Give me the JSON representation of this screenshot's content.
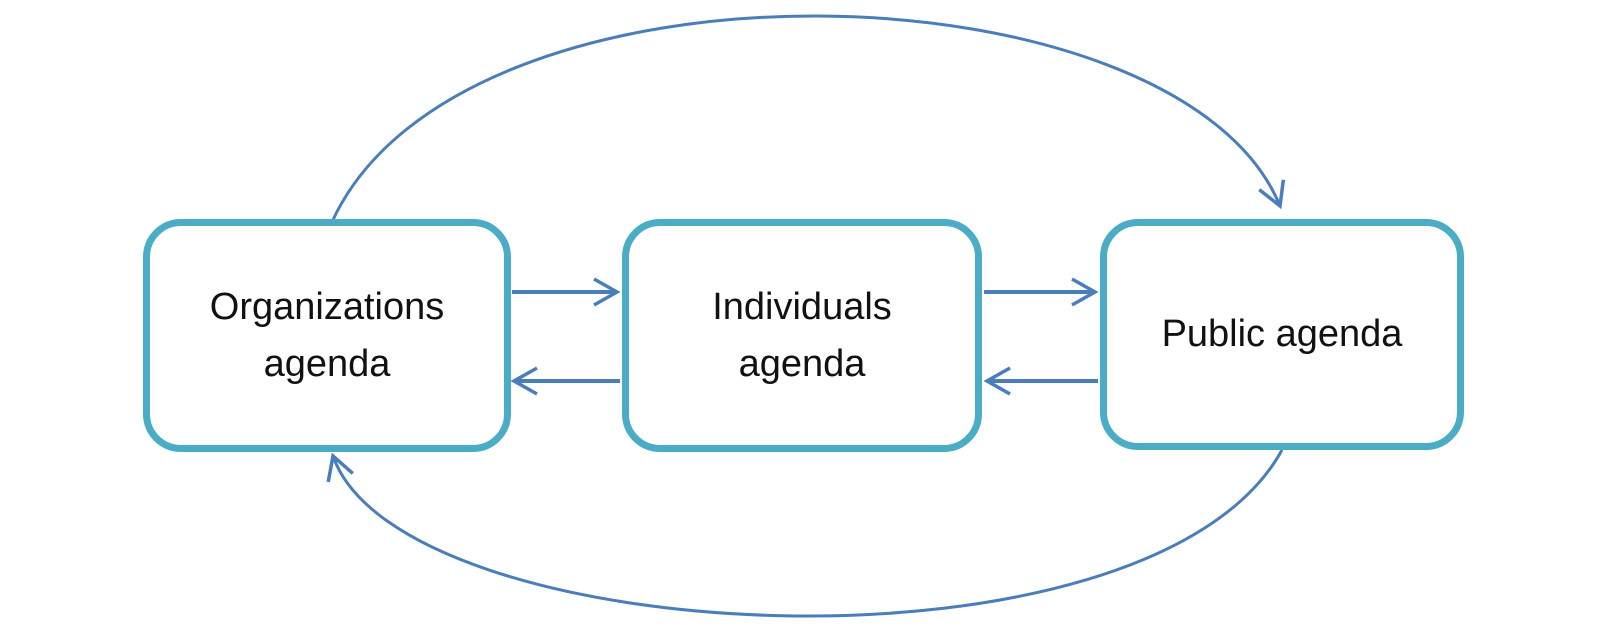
{
  "diagram": {
    "type": "cycle-flow-diagram",
    "nodes": [
      {
        "id": "organizations-agenda",
        "label": "Organizations\nagenda"
      },
      {
        "id": "individuals-agenda",
        "label": "Individuals\nagenda"
      },
      {
        "id": "public-agenda",
        "label": "Public agenda"
      }
    ],
    "edges": [
      {
        "from": "organizations-agenda",
        "to": "individuals-agenda",
        "style": "straight-right"
      },
      {
        "from": "individuals-agenda",
        "to": "organizations-agenda",
        "style": "straight-left"
      },
      {
        "from": "individuals-agenda",
        "to": "public-agenda",
        "style": "straight-right"
      },
      {
        "from": "public-agenda",
        "to": "individuals-agenda",
        "style": "straight-left"
      },
      {
        "from": "organizations-agenda",
        "to": "public-agenda",
        "style": "curved-over-top"
      },
      {
        "from": "public-agenda",
        "to": "organizations-agenda",
        "style": "curved-under-bottom"
      }
    ],
    "colors": {
      "node_border": "#4BACC6",
      "node_fill": "#FFFFFF",
      "arrow": "#4A7EBB",
      "text": "#111111",
      "background": "#FFFFFF"
    }
  }
}
